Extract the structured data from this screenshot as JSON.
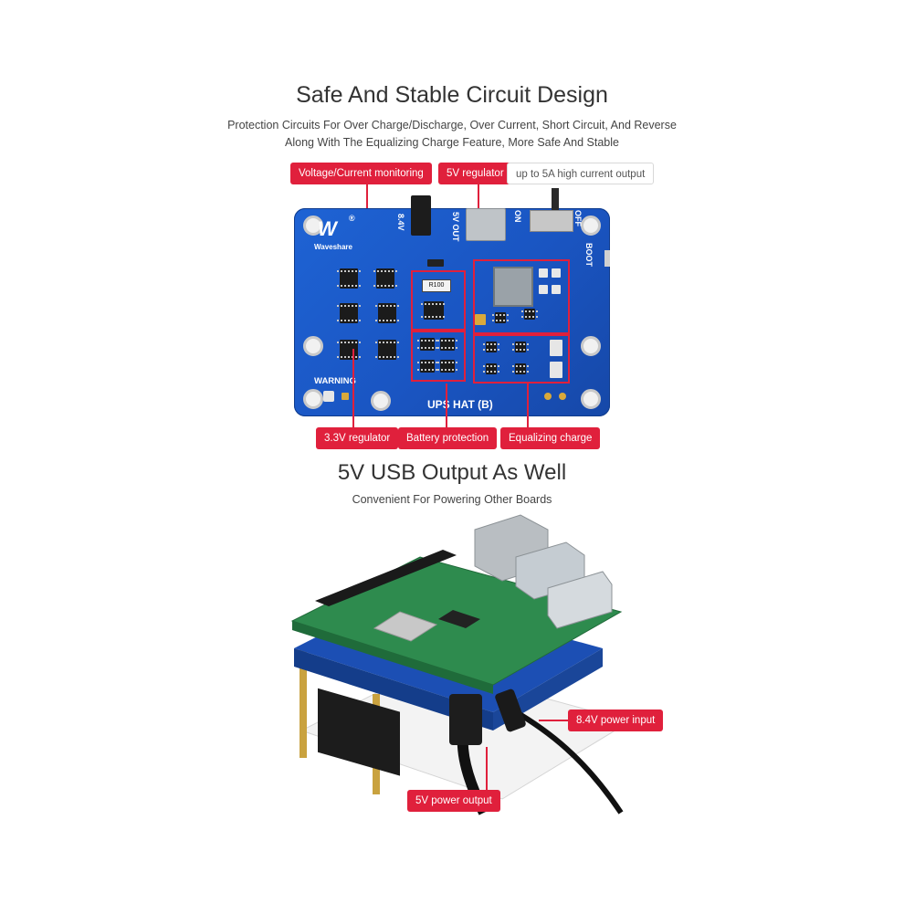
{
  "section1": {
    "title": "Safe And Stable Circuit Design",
    "desc_line1": "Protection Circuits For Over Charge/Discharge, Over Current, Short Circuit, And Reverse",
    "desc_line2": "Along With The Equalizing Charge Feature, More Safe And Stable"
  },
  "callouts_top": {
    "voltage": "Voltage/Current monitoring",
    "reg5v": "5V regulator",
    "reg5v_note": "up to 5A high current output"
  },
  "callouts_bottom": {
    "reg33": "3.3V regulator",
    "battery": "Battery protection",
    "equalizing": "Equalizing charge"
  },
  "board_silk": {
    "logo_text": "Waveshare",
    "logo_mark": "W",
    "reg_mark": "®",
    "v84": "8.4V",
    "v5out": "5V OUT",
    "on": "ON",
    "off": "OFF",
    "boot": "BOOT",
    "warning": "WARNING",
    "name": "UPS HAT (B)",
    "resistor": "R100"
  },
  "section2": {
    "title": "5V USB Output As Well",
    "desc": "Convenient For Powering Other Boards"
  },
  "callouts_photo": {
    "input": "8.4V power input",
    "output": "5V power output"
  },
  "colors": {
    "callout_red": "#e0203c",
    "board_blue": "#1a55c2",
    "pi_green": "#2e8b4e"
  }
}
